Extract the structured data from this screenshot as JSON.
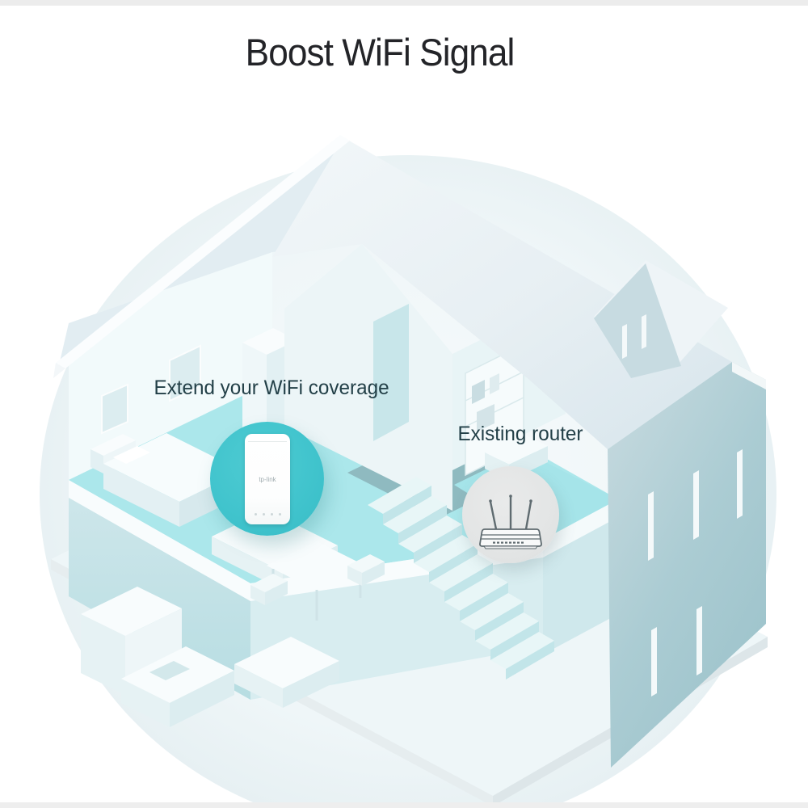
{
  "header": {
    "title": "Boost WiFi Signal"
  },
  "scene": {
    "extender_callout": {
      "label": "Extend your WiFi coverage",
      "device_brand": "tp-link",
      "circle_color": "#41c4cd",
      "device_color": "#ffffff"
    },
    "router_callout": {
      "label": "Existing router",
      "circle_color": "#e3e5e5",
      "line_color": "#5f6b70"
    },
    "house": {
      "interior_floor_color": "#abe7eb",
      "right_wall_color": "#9dc3cb",
      "roof_color": "#e7eff3",
      "background_halo_color": "#e3edf0"
    }
  }
}
